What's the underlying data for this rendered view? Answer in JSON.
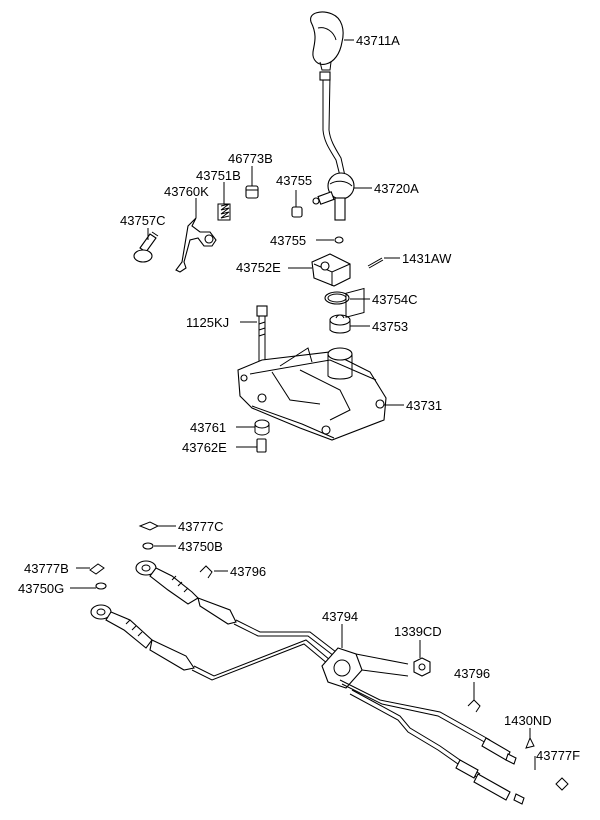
{
  "diagram": {
    "labels": [
      "43711A",
      "46773B",
      "43751B",
      "43755",
      "43760K",
      "43720A",
      "43757C",
      "43755",
      "43752E",
      "1431AW",
      "43754C",
      "1125KJ",
      "43753",
      "43731",
      "43761",
      "43762E",
      "43777C",
      "43750B",
      "43777B",
      "43796",
      "43750G",
      "43794",
      "1339CD",
      "43796",
      "1430ND",
      "43777F"
    ]
  }
}
